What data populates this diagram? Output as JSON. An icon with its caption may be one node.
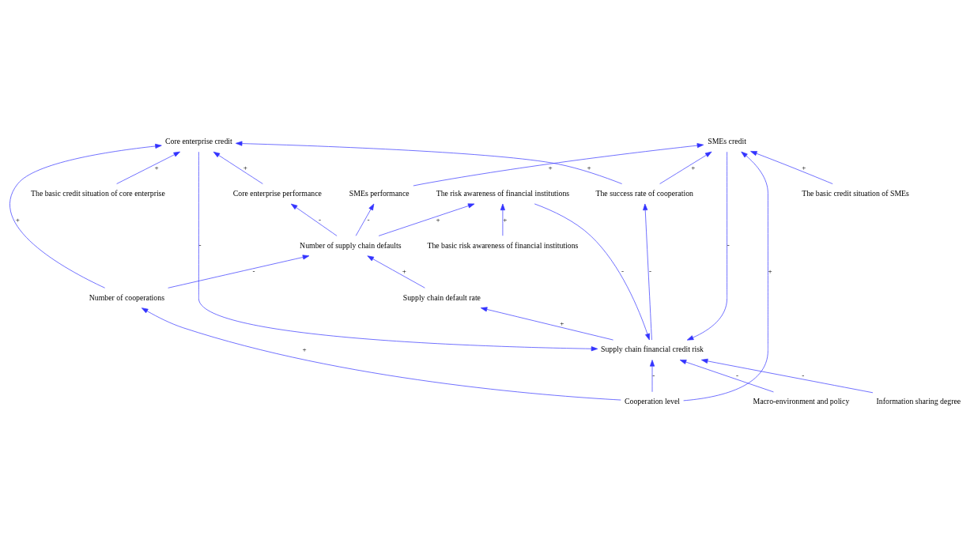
{
  "diagram": {
    "nodes": [
      {
        "text": [
          "Macro-environment and policy"
        ]
      },
      {
        "text": [
          "Supply chain default rate"
        ]
      },
      {
        "text": [
          "The risk awareness of financial institutions"
        ]
      },
      {
        "text": [
          "Supply chain financial credit risk"
        ]
      },
      {
        "text": [
          "Information sharing degree"
        ]
      },
      {
        "text": [
          "Core enterprise credit"
        ]
      },
      {
        "text": [
          "SMEs credit"
        ]
      },
      {
        "text": [
          "The basic risk awareness of financial institutions"
        ]
      },
      {
        "text": [
          "Core enterprise performance"
        ]
      },
      {
        "text": [
          "Cooperation level"
        ]
      },
      {
        "text": [
          "The basic credit situation of core enterprise"
        ]
      },
      {
        "text": [
          "Number of supply chain defaults"
        ]
      },
      {
        "text": [
          "The basic credit situation of SMEs"
        ]
      },
      {
        "text": [
          "SMEs performance"
        ]
      },
      {
        "text": [
          "The success rate of cooperation"
        ]
      },
      {
        "text": [
          "Number of cooperations"
        ]
      }
    ],
    "edges": [
      {
        "from": 0,
        "to": 3,
        "arrow": "to",
        "label": "-"
      },
      {
        "from": 4,
        "to": 3,
        "arrow": "to",
        "label": "-"
      },
      {
        "from": 3,
        "to": 1,
        "arrow": "to",
        "label": "+"
      },
      {
        "from": 2,
        "to": 3,
        "arrow": "to",
        "label": "-"
      },
      {
        "from": 5,
        "to": 3,
        "arrow": "to",
        "label": "-"
      },
      {
        "from": 6,
        "to": 3,
        "arrow": "to",
        "label": "-"
      },
      {
        "from": 9,
        "to": 3,
        "arrow": "to",
        "label": "-"
      },
      {
        "from": 1,
        "to": 11,
        "arrow": "to",
        "label": "+"
      },
      {
        "from": 7,
        "to": 2,
        "arrow": "to",
        "label": "+"
      },
      {
        "from": 11,
        "to": 2,
        "arrow": "to",
        "label": "+"
      },
      {
        "from": 11,
        "to": 8,
        "arrow": "to",
        "label": "-"
      },
      {
        "from": 8,
        "to": 5,
        "arrow": "to",
        "label": "+"
      },
      {
        "from": 10,
        "to": 5,
        "arrow": "to",
        "label": "+"
      },
      {
        "from": 15,
        "to": 5,
        "arrow": "to",
        "label": "+"
      },
      {
        "from": 14,
        "to": 5,
        "arrow": "to",
        "label": "+"
      },
      {
        "from": 3,
        "to": 14,
        "arrow": "to",
        "label": "-"
      },
      {
        "from": 14,
        "to": 6,
        "arrow": "to",
        "label": "+"
      },
      {
        "from": 12,
        "to": 6,
        "arrow": "to",
        "label": "+"
      },
      {
        "from": 13,
        "to": 6,
        "arrow": "to",
        "label": "+"
      },
      {
        "from": 9,
        "to": 6,
        "arrow": "to",
        "label": "+"
      },
      {
        "from": 9,
        "to": 15,
        "arrow": "to",
        "label": "+"
      },
      {
        "from": 15,
        "to": 11,
        "arrow": "to",
        "label": "-"
      },
      {
        "from": 11,
        "to": 13,
        "arrow": "to",
        "label": "-"
      }
    ]
  }
}
